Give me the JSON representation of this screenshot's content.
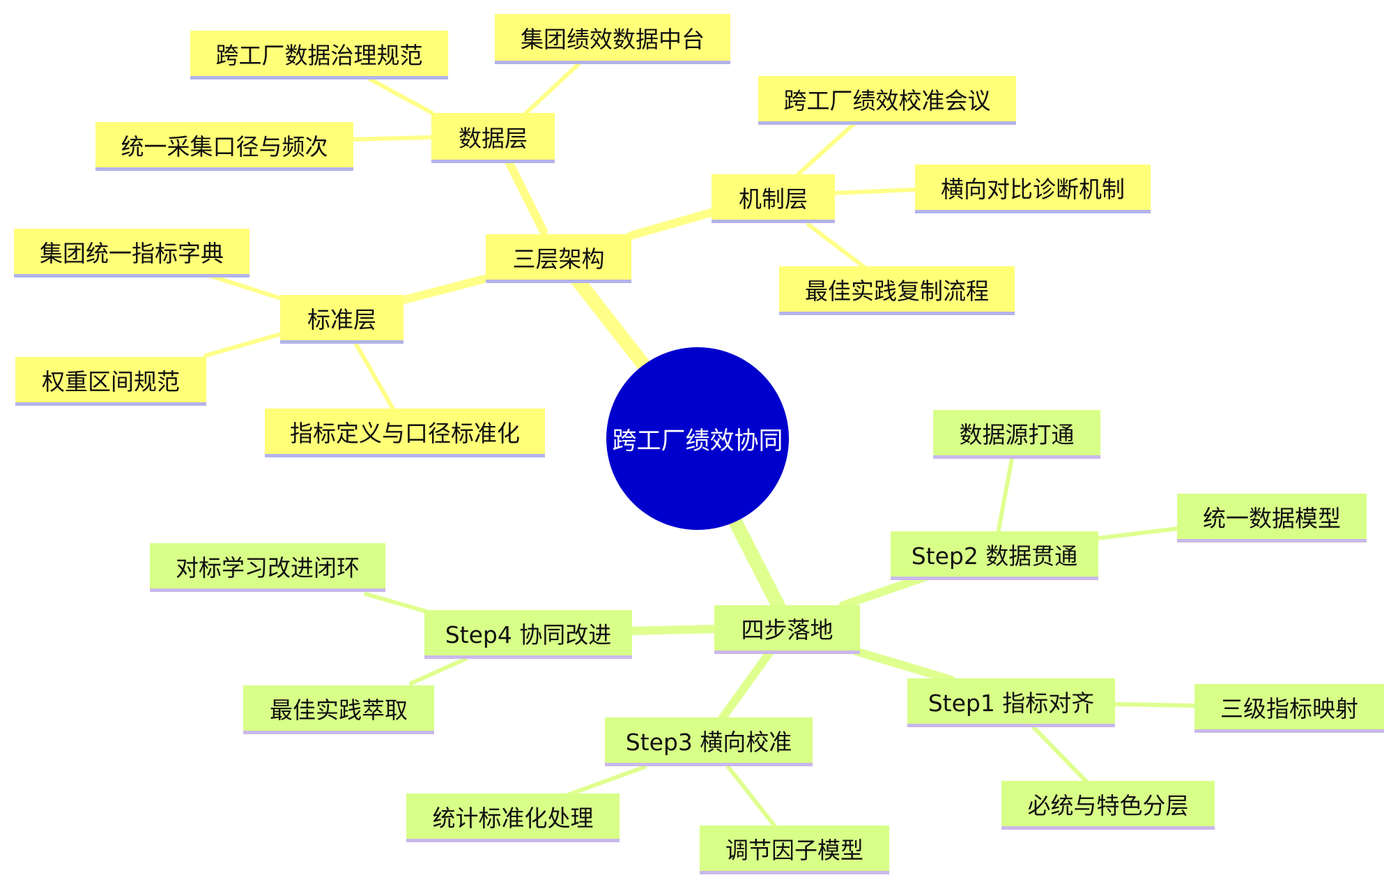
{
  "mindmap": {
    "root": "跨工厂绩效协同",
    "colors": {
      "root": "#0000cc",
      "branch_architecture": "#ffff78",
      "branch_steps": "#d8ff88",
      "link_architecture": "#ffff88",
      "link_steps": "#dfff8f",
      "underline_architecture": "#b3b3ea",
      "underline_steps": "#c9b8ea"
    },
    "architecture": {
      "label": "三层架构",
      "data_layer": {
        "label": "数据层",
        "children": [
          "跨工厂数据治理规范",
          "集团绩效数据中台",
          "统一采集口径与频次"
        ]
      },
      "mechanism_layer": {
        "label": "机制层",
        "children": [
          "跨工厂绩效校准会议",
          "横向对比诊断机制",
          "最佳实践复制流程"
        ]
      },
      "standard_layer": {
        "label": "标准层",
        "children": [
          "集团统一指标字典",
          "权重区间规范",
          "指标定义与口径标准化"
        ]
      }
    },
    "steps": {
      "label": "四步落地",
      "step1": {
        "label": "Step1 指标对齐",
        "children": [
          "三级指标映射",
          "必统与特色分层"
        ]
      },
      "step2": {
        "label": "Step2 数据贯通",
        "children": [
          "数据源打通",
          "统一数据模型"
        ]
      },
      "step3": {
        "label": "Step3 横向校准",
        "children": [
          "统计标准化处理",
          "调节因子模型"
        ]
      },
      "step4": {
        "label": "Step4 协同改进",
        "children": [
          "对标学习改进闭环",
          "最佳实践萃取"
        ]
      }
    }
  }
}
